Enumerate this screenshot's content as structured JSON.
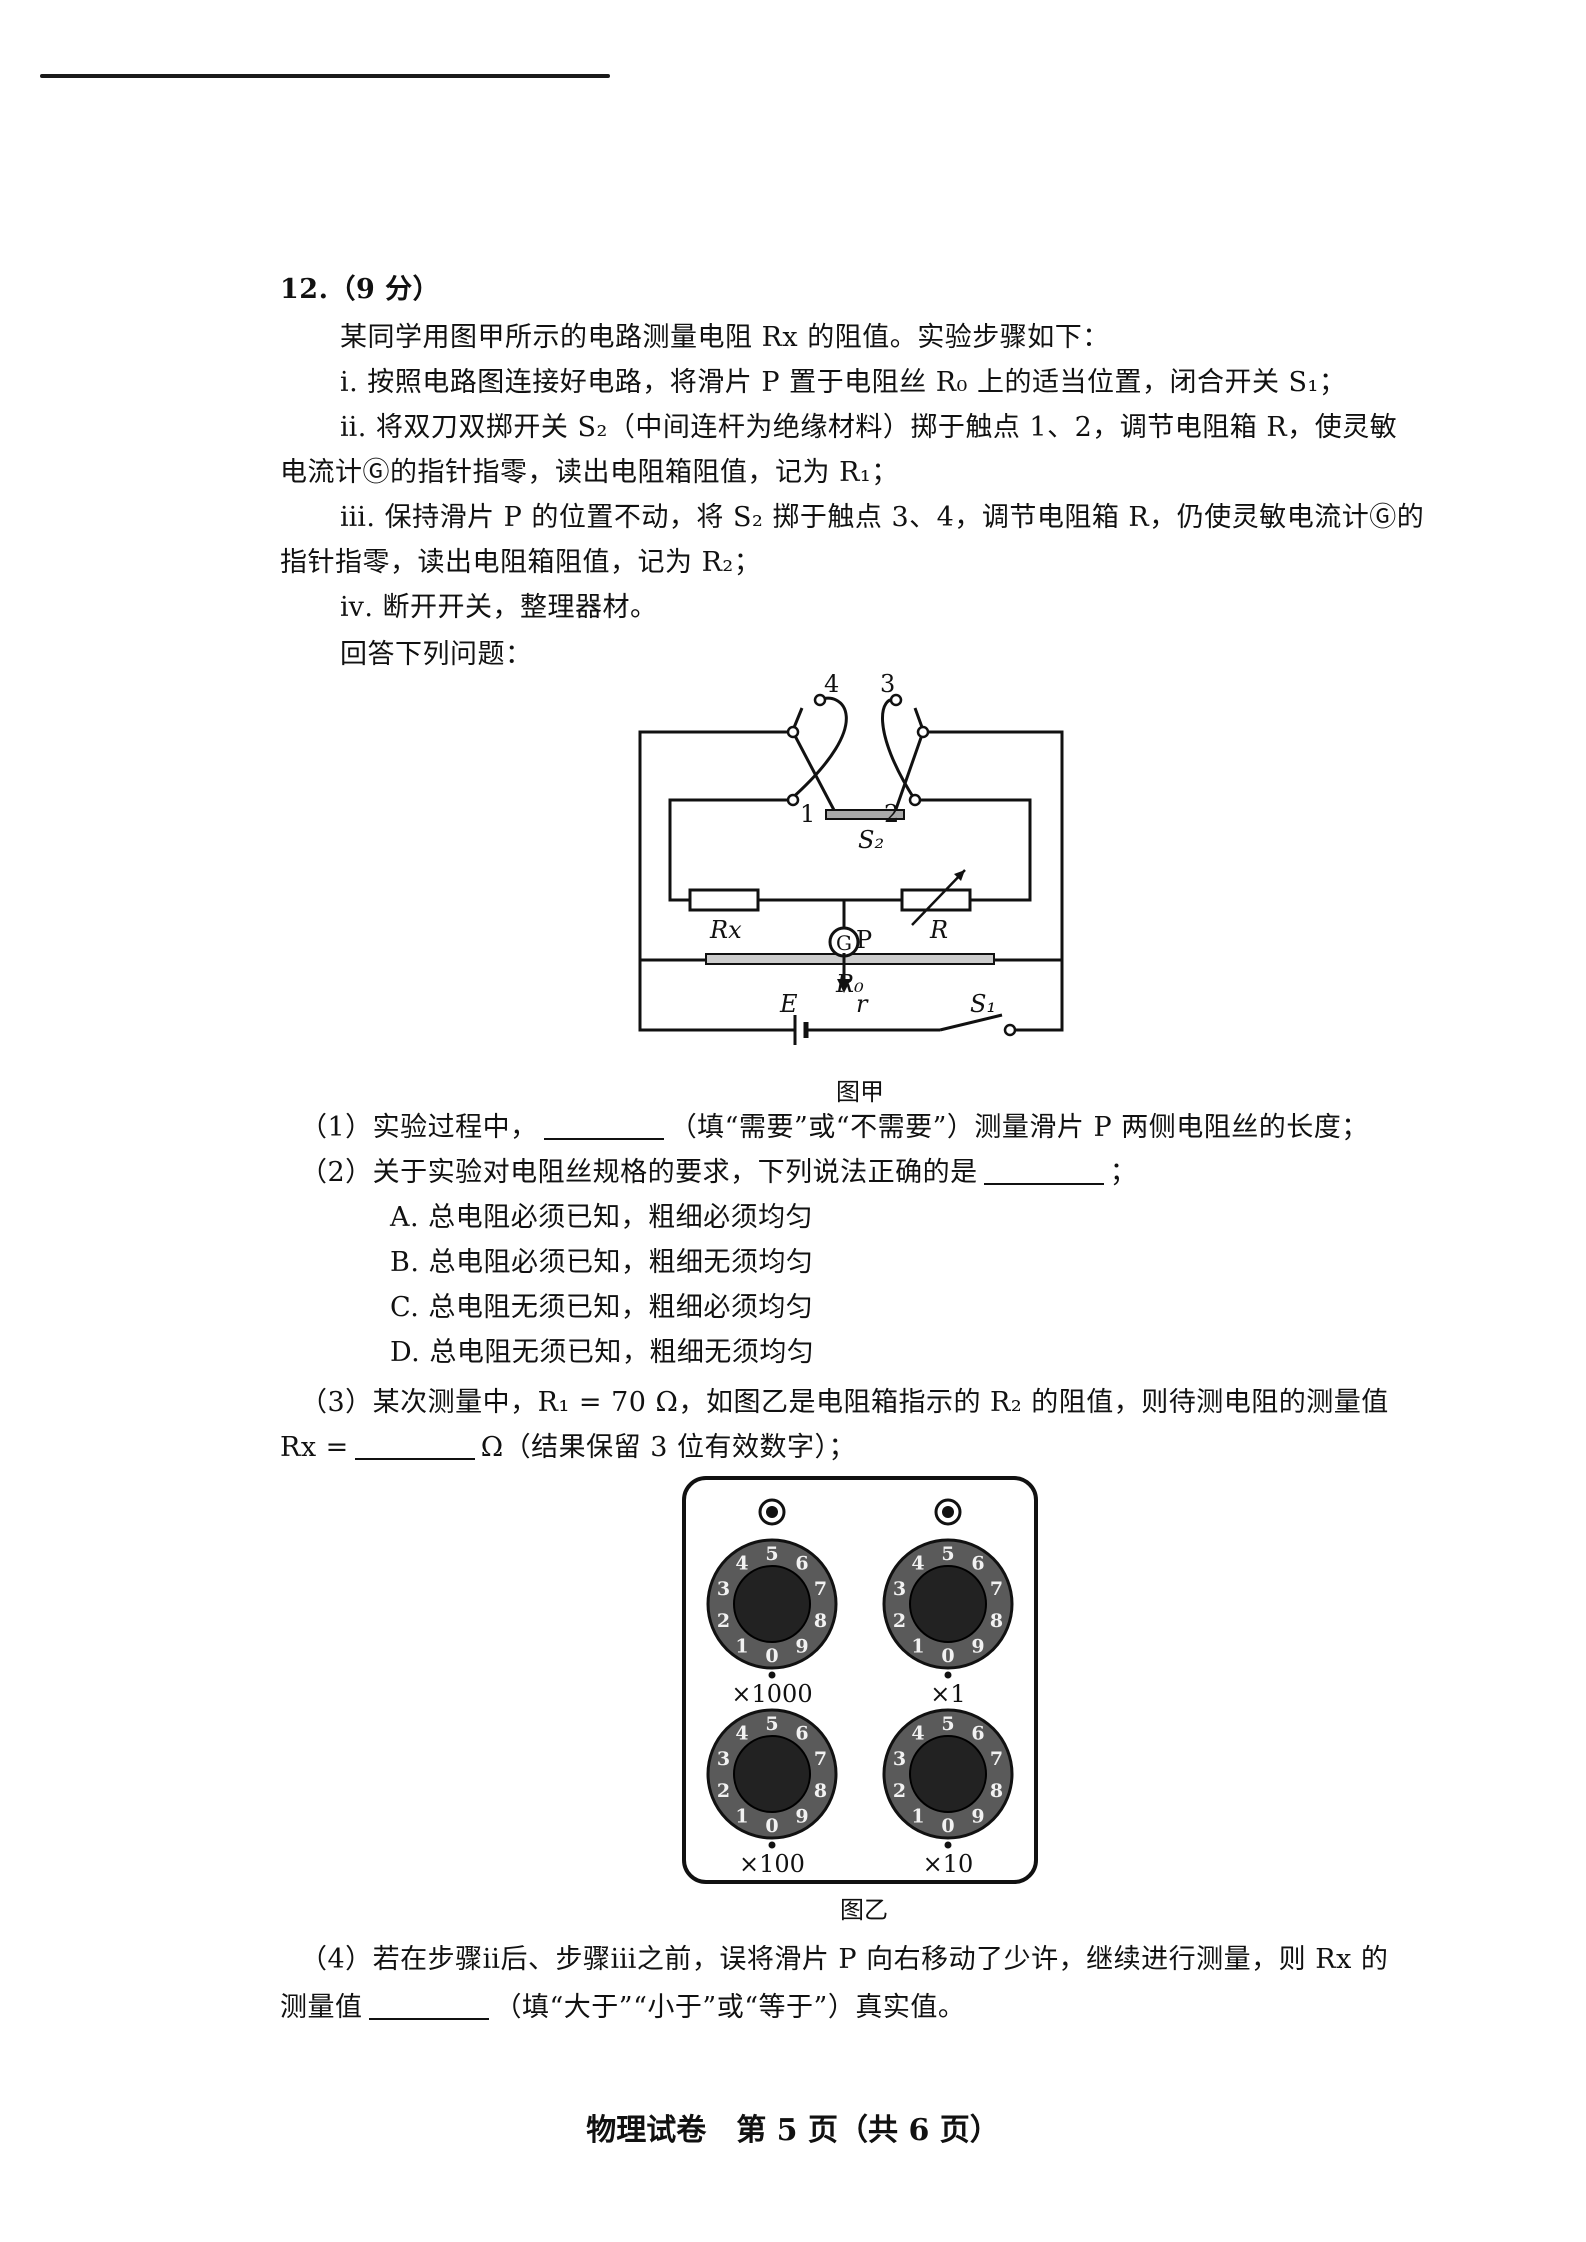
{
  "question": {
    "header": "12.（9 分）",
    "intro": "某同学用图甲所示的电路测量电阻 Rx 的阻值。实验步骤如下：",
    "steps": [
      "ⅰ. 按照电路图连接好电路，将滑片 P 置于电阻丝 R₀ 上的适当位置，闭合开关 S₁；",
      "ⅱ. 将双刀双掷开关 S₂（中间连杆为绝缘材料）掷于触点 1、2，调节电阻箱 R，使灵敏",
      "电流计Ⓖ的指针指零，读出电阻箱阻值，记为 R₁；",
      "ⅲ. 保持滑片 P 的位置不动，将 S₂ 掷于触点 3、4，调节电阻箱 R，仍使灵敏电流计Ⓖ的",
      "指针指零，读出电阻箱阻值，记为 R₂；",
      "ⅳ. 断开开关，整理器材。"
    ],
    "prompt": "回答下列问题：",
    "q1_a": "（1）实验过程中，",
    "q1_b": "（填“需要”或“不需要”）测量滑片 P 两侧电阻丝的长度；",
    "q2": "（2）关于实验对电阻丝规格的要求，下列说法正确的是",
    "q2_end": "；",
    "options": [
      "A. 总电阻必须已知，粗细必须均匀",
      "B. 总电阻必须已知，粗细无须均匀",
      "C. 总电阻无须已知，粗细必须均匀",
      "D. 总电阻无须已知，粗细无须均匀"
    ],
    "q3_a": "（3）某次测量中，R₁ = 70 Ω，如图乙是电阻箱指示的 R₂ 的阻值，则待测电阻的测量值",
    "q3_b": "Rx =",
    "q3_c": "Ω（结果保留 3 位有效数字）；",
    "q4_a": "（4）若在步骤ⅱ后、步骤ⅲ之前，误将滑片 P 向右移动了少许，继续进行测量，则 Rx 的",
    "q4_b": "测量值",
    "q4_c": "（填“大于”“小于”或“等于”）真实值。"
  },
  "figure_jia": {
    "caption": "图甲",
    "labels": {
      "c4": "4",
      "c3": "3",
      "c1": "1",
      "c2": "2",
      "s2": "S₂",
      "rx": "Rx",
      "r": "R",
      "g": "G",
      "p": "P",
      "r0": "R₀",
      "e": "E",
      "ri": "r",
      "s1": "S₁"
    }
  },
  "figure_yi": {
    "caption": "图乙",
    "dials": [
      {
        "multiplier": "×1000",
        "digits": [
          "0",
          "1",
          "2",
          "3",
          "4",
          "5",
          "6",
          "7",
          "8",
          "9"
        ]
      },
      {
        "multiplier": "×1",
        "digits": [
          "0",
          "1",
          "2",
          "3",
          "4",
          "5",
          "6",
          "7",
          "8",
          "9"
        ]
      },
      {
        "multiplier": "×100",
        "digits": [
          "0",
          "1",
          "2",
          "3",
          "4",
          "5",
          "6",
          "7",
          "8",
          "9"
        ]
      },
      {
        "multiplier": "×10",
        "digits": [
          "0",
          "1",
          "2",
          "3",
          "4",
          "5",
          "6",
          "7",
          "8",
          "9"
        ]
      }
    ]
  },
  "footer": "物理试卷　第 5 页（共 6 页）"
}
